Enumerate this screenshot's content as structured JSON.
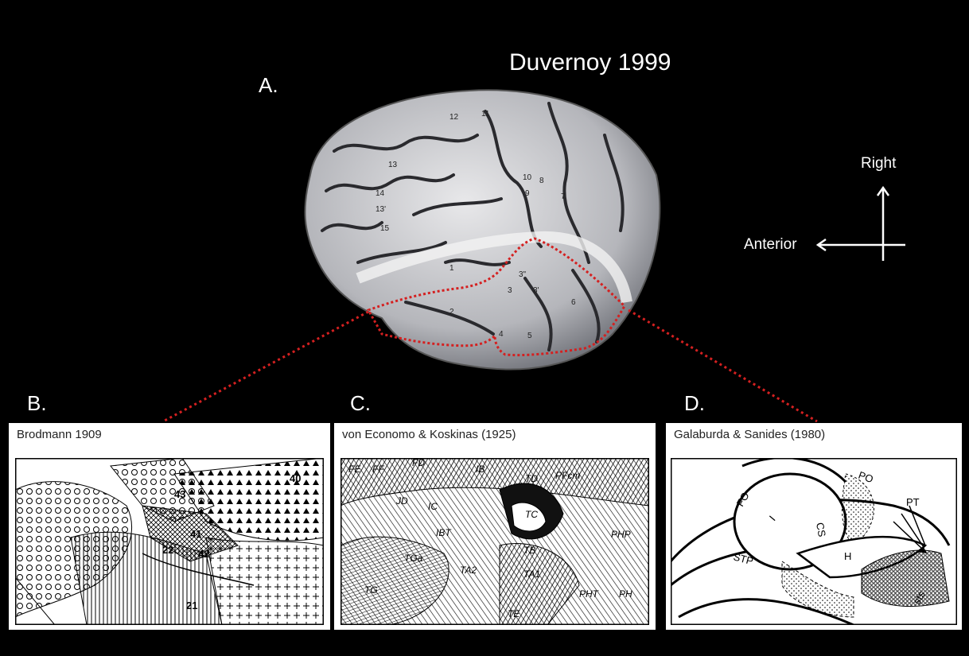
{
  "panel_a": {
    "letter": "A.",
    "title": "Duvernoy 1999",
    "region_numbers": [
      "12",
      "11",
      "13",
      "10",
      "8",
      "9",
      "7",
      "14",
      "13'",
      "15",
      "1",
      "2",
      "3\"",
      "3",
      "3'",
      "6",
      "4",
      "5"
    ],
    "orientation": {
      "up": "Right",
      "left": "Anterior"
    }
  },
  "panel_b": {
    "letter": "B.",
    "caption": "Brodmann 1909",
    "labels": [
      "43",
      "40",
      "41",
      "42",
      "22",
      "21"
    ]
  },
  "panel_c": {
    "letter": "C.",
    "caption": "von Economo & Koskinas (1925)",
    "labels": [
      "FE",
      "FF",
      "FD",
      "JD",
      "IC",
      "IB",
      "TD",
      "PFcm",
      "TC",
      "IBT",
      "TB",
      "TG",
      "TGa",
      "TA2",
      "TA1",
      "PHP",
      "PHT",
      "PH",
      "TE"
    ]
  },
  "panel_d": {
    "letter": "D.",
    "caption": "Galaburda & Sanides (1980)",
    "labels": [
      "FO",
      "PO",
      "I",
      "CS",
      "PT",
      "STP",
      "H",
      "sts"
    ]
  },
  "colors": {
    "background": "#000000",
    "highlight": "#d42020",
    "panel": "#ffffff"
  }
}
